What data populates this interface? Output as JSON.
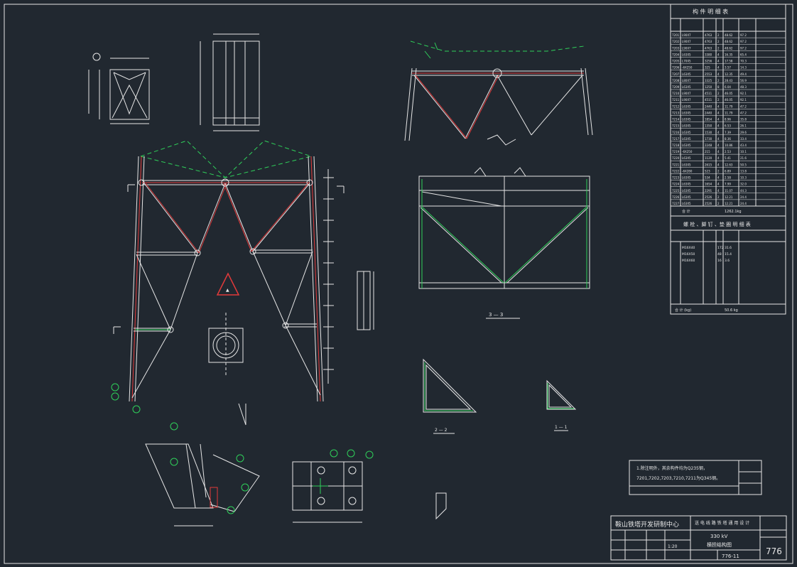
{
  "parts_table": {
    "title": "构 件 明 细 表",
    "rows": [
      [
        "7201",
        "L90X7",
        "4763",
        "2",
        "48.62",
        "97.2",
        ""
      ],
      [
        "7202",
        "L90X7",
        "4763",
        "2",
        "48.62",
        "97.2",
        ""
      ],
      [
        "7203",
        "L90X7",
        "4763",
        "2",
        "48.62",
        "97.2",
        ""
      ],
      [
        "7204",
        "L63X5",
        "3380",
        "4",
        "16.35",
        "65.4",
        ""
      ],
      [
        "7205",
        "L70X5",
        "3256",
        "4",
        "17.58",
        "70.3",
        ""
      ],
      [
        "7206",
        "-6X250",
        "325",
        "4",
        "3.57",
        "14.3",
        ""
      ],
      [
        "7207",
        "L63X5",
        "2553",
        "4",
        "12.35",
        "49.4",
        ""
      ],
      [
        "7208",
        "L80X7",
        "3325",
        "2",
        "28.43",
        "56.9",
        ""
      ],
      [
        "7209",
        "L63X5",
        "1250",
        "8",
        "6.04",
        "48.3",
        ""
      ],
      [
        "7210",
        "L90X7",
        "4511",
        "2",
        "46.05",
        "92.1",
        ""
      ],
      [
        "7211",
        "L90X7",
        "4511",
        "2",
        "46.05",
        "92.1",
        ""
      ],
      [
        "7212",
        "L63X5",
        "2440",
        "4",
        "11.79",
        "47.2",
        ""
      ],
      [
        "7213",
        "L63X5",
        "2440",
        "4",
        "11.79",
        "47.2",
        ""
      ],
      [
        "7214",
        "L63X5",
        "1854",
        "4",
        "8.96",
        "35.8",
        ""
      ],
      [
        "7215",
        "L63X5",
        "1350",
        "4",
        "6.53",
        "26.1",
        ""
      ],
      [
        "7216",
        "L63X5",
        "1530",
        "4",
        "7.39",
        "29.6",
        ""
      ],
      [
        "7217",
        "L63X5",
        "1730",
        "4",
        "8.36",
        "33.4",
        ""
      ],
      [
        "7218",
        "L63X5",
        "2248",
        "4",
        "10.86",
        "43.4",
        ""
      ],
      [
        "7219",
        "-6X250",
        "215",
        "4",
        "2.53",
        "10.1",
        ""
      ],
      [
        "7220",
        "L63X5",
        "1120",
        "4",
        "5.41",
        "21.6",
        ""
      ],
      [
        "7221",
        "L63X5",
        "2615",
        "4",
        "12.63",
        "50.5",
        ""
      ],
      [
        "7222",
        "-6X280",
        "523",
        "2",
        "6.89",
        "13.8",
        ""
      ],
      [
        "7223",
        "L63X5",
        "534",
        "4",
        "2.58",
        "10.3",
        ""
      ],
      [
        "7224",
        "L63X5",
        "1654",
        "4",
        "7.99",
        "32.0",
        ""
      ],
      [
        "7225",
        "L63X5",
        "2291",
        "4",
        "11.07",
        "44.3",
        ""
      ],
      [
        "7226",
        "L63X5",
        "2526",
        "2",
        "12.21",
        "24.4",
        ""
      ],
      [
        "7227",
        "L63X5",
        "2526",
        "2",
        "12.21",
        "24.4",
        ""
      ]
    ],
    "total_label": "合 计",
    "total_value": "1262.1kg"
  },
  "bolt_table": {
    "title": "螺 栓 、脚 钉 、垫 圈 明 细 表",
    "rows": [
      [
        "M16X40",
        "",
        "172",
        "31.6"
      ],
      [
        "M16X50",
        "",
        "48",
        "15.4"
      ],
      [
        "M16X60",
        "",
        "16",
        "3.6"
      ]
    ],
    "total_label": "合 计 (kg)",
    "total_value": "50.6 kg"
  },
  "notes": {
    "line1": "1.除注明外，其余构件均为Q235钢，",
    "line2": "7201,7202,7203,7210,7211为Q345钢。"
  },
  "title_block": {
    "company": "鞍山铁塔开发研制中心",
    "project": "送 电 线 路 铁 塔 通 用 设 计",
    "voltage": "330 kV",
    "drawing_name": "横担结构图",
    "drawing_no": "776-11",
    "sheet_no": "776",
    "scale": "1:20"
  },
  "section_labels": {
    "s1": "1 — 1",
    "s2": "2 — 2",
    "s3": "3 — 3"
  }
}
